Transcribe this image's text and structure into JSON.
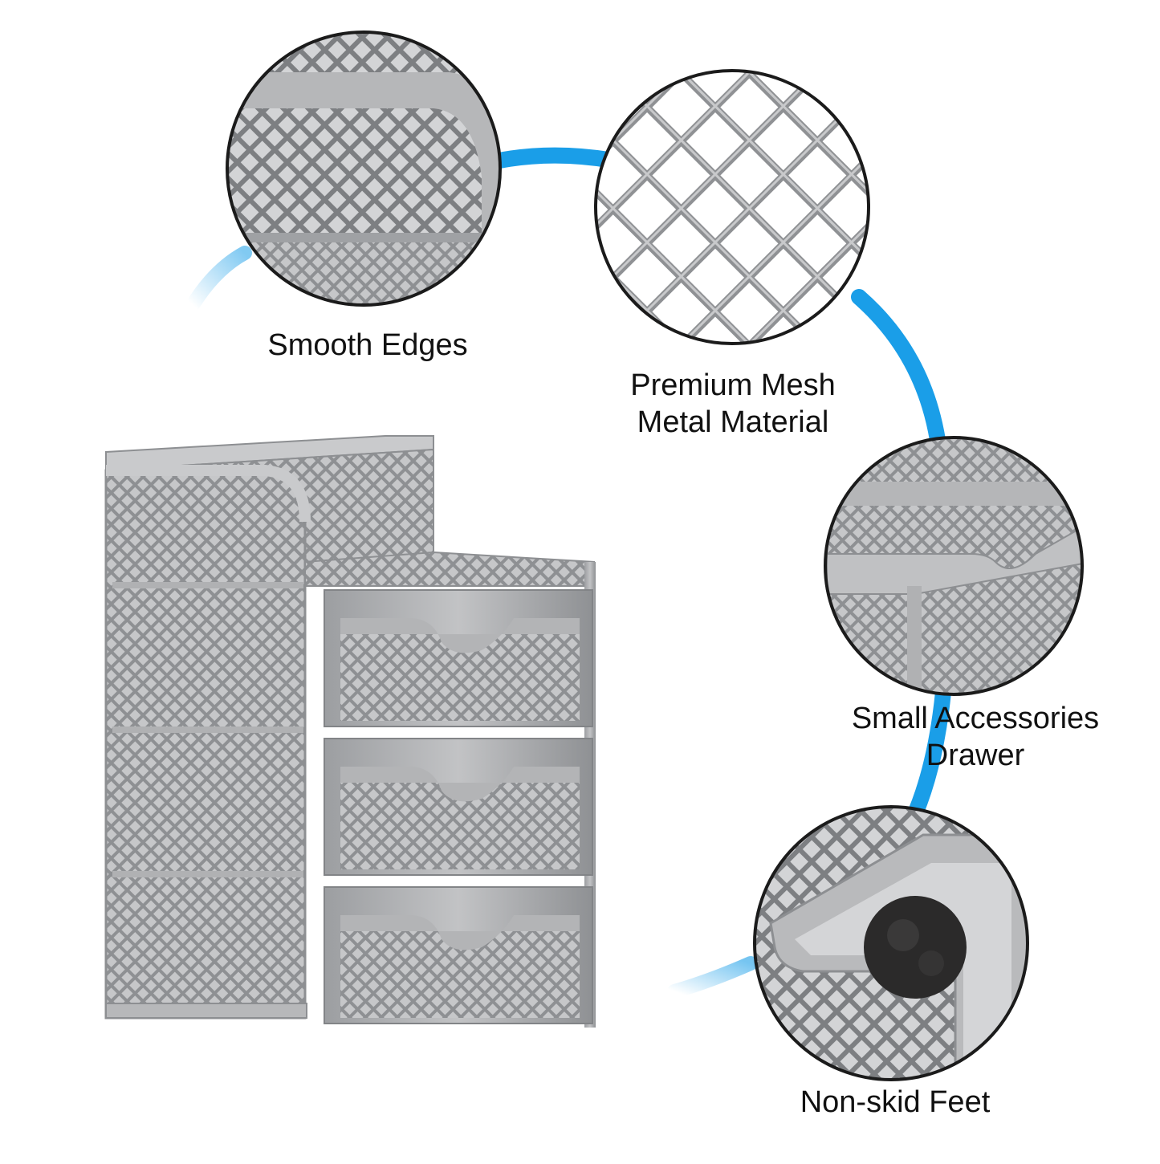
{
  "colors": {
    "background": "#ffffff",
    "accent_arc": "#1a9ee8",
    "metal": "#a9abad",
    "metal_dark": "#7c7e81",
    "metal_light": "#d6d7d9",
    "felt_pad": "#2b2a2a",
    "text": "#111111"
  },
  "features": [
    {
      "id": "smooth-edges",
      "label_lines": [
        "Smooth Edges"
      ],
      "icon": "mesh-curved-edge-closeup"
    },
    {
      "id": "premium-mesh",
      "label_lines": [
        "Premium Mesh",
        "Metal Material"
      ],
      "icon": "diamond-mesh-closeup"
    },
    {
      "id": "small-drawer",
      "label_lines": [
        "Small Accessories",
        "Drawer"
      ],
      "icon": "drawer-closeup"
    },
    {
      "id": "non-skid-feet",
      "label_lines": [
        "Non-skid Feet"
      ],
      "icon": "felt-foot-closeup"
    }
  ],
  "product": {
    "icon": "mesh-desk-organizer-3-drawers",
    "drawer_count": 3
  }
}
